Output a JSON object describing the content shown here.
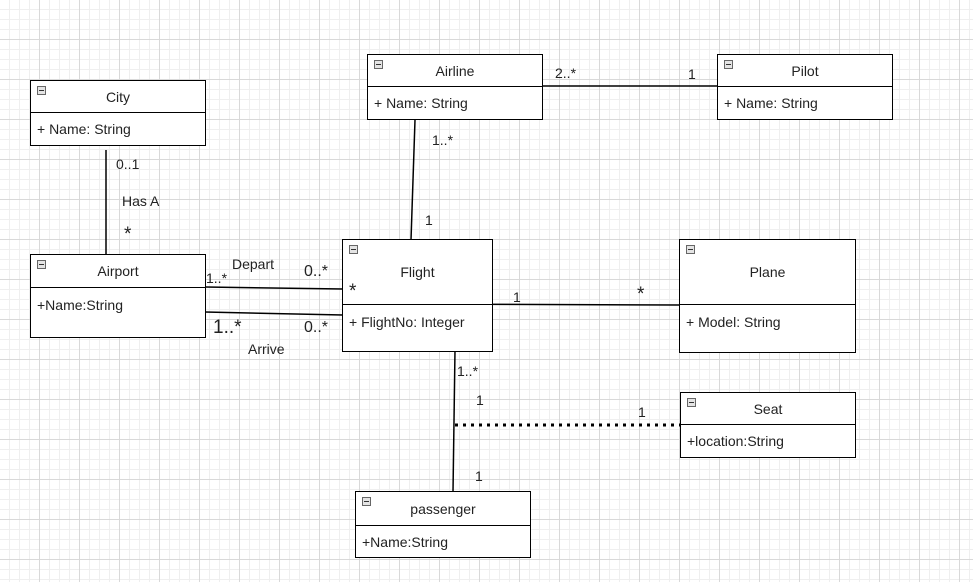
{
  "classes": {
    "city": {
      "name": "City",
      "attribute": "+ Name: String"
    },
    "airline": {
      "name": "Airline",
      "attribute": "+ Name: String"
    },
    "pilot": {
      "name": "Pilot",
      "attribute": "+ Name: String"
    },
    "airport": {
      "name": "Airport",
      "attribute": "+Name:String"
    },
    "flight": {
      "name": "Flight",
      "attribute": "+ FlightNo: Integer"
    },
    "plane": {
      "name": "Plane",
      "attribute": "+ Model: String"
    },
    "seat": {
      "name": "Seat",
      "attribute": "+location:String"
    },
    "passenger": {
      "name": "passenger",
      "attribute": "+Name:String"
    }
  },
  "associations": {
    "city_airport": {
      "city_end": "0..1",
      "name": "Has A",
      "airport_end": "*"
    },
    "airline_pilot": {
      "airline_end": "2..*",
      "pilot_end": "1"
    },
    "airline_flight": {
      "airline_end": "1..*",
      "flight_end": "1"
    },
    "depart": {
      "airport_end": "1..*",
      "name": "Depart",
      "flight_end_count": "0..*",
      "flight_end_star": "*"
    },
    "arrive": {
      "airport_end": "1..*",
      "name": "Arrive",
      "flight_end": "0..*"
    },
    "flight_plane": {
      "flight_end": "1",
      "plane_end": "*"
    },
    "flight_passenger": {
      "flight_end": "1..*",
      "passenger_end": "1"
    },
    "seat_link": {
      "line_end": "1",
      "seat_end": "1"
    }
  },
  "icons": {
    "collapse": "collapse-icon"
  }
}
